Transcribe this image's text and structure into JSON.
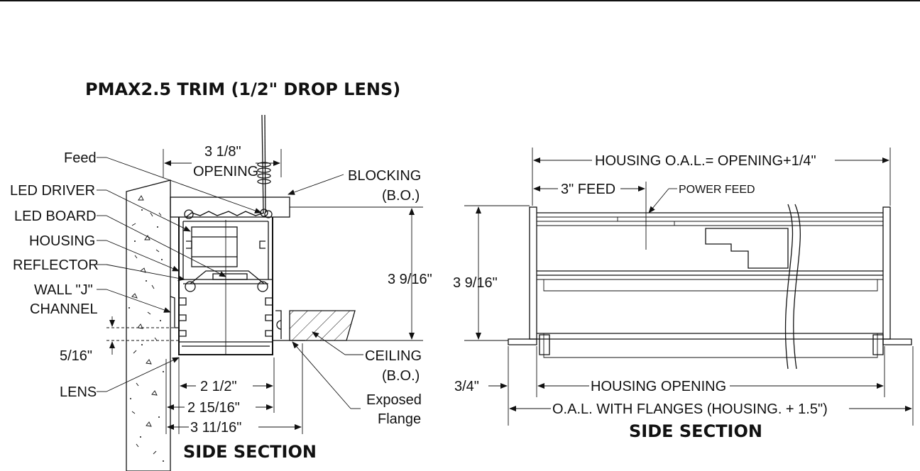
{
  "title": "PMAX2.5 TRIM (1/2\" DROP LENS)",
  "left_view": {
    "callouts": {
      "feed": "Feed",
      "led_driver": "LED DRIVER",
      "led_board": "LED BOARD",
      "housing": "HOUSING",
      "reflector": "REFLECTOR",
      "wall_j_line1": "WALL \"J\"",
      "wall_j_line2": "CHANNEL",
      "lens": "LENS",
      "blocking_line1": "BLOCKING",
      "blocking_line2": "(B.O.)",
      "ceiling_line1": "CEILING",
      "ceiling_line2": "(B.O.)",
      "exposed_line1": "Exposed",
      "exposed_line2": "Flange"
    },
    "dimensions": {
      "opening_value": "3 1/8\"",
      "opening_label": "OPENING",
      "height": "3 9/16\"",
      "drop": "5/16\"",
      "width_a": "2 1/2\"",
      "width_b": "2 15/16\"",
      "width_c": "3 11/16\""
    },
    "caption": "SIDE SECTION"
  },
  "right_view": {
    "labels": {
      "housing_oal": "HOUSING O.A.L.= OPENING+1/4\"",
      "feed": "3\" FEED",
      "power_feed": "POWER FEED",
      "height": "3 9/16\"",
      "flange": "3/4\"",
      "housing_opening": "HOUSING OPENING",
      "oal_flanges": "O.A.L. WITH FLANGES (HOUSING. + 1.5\")"
    },
    "caption": "SIDE SECTION"
  }
}
